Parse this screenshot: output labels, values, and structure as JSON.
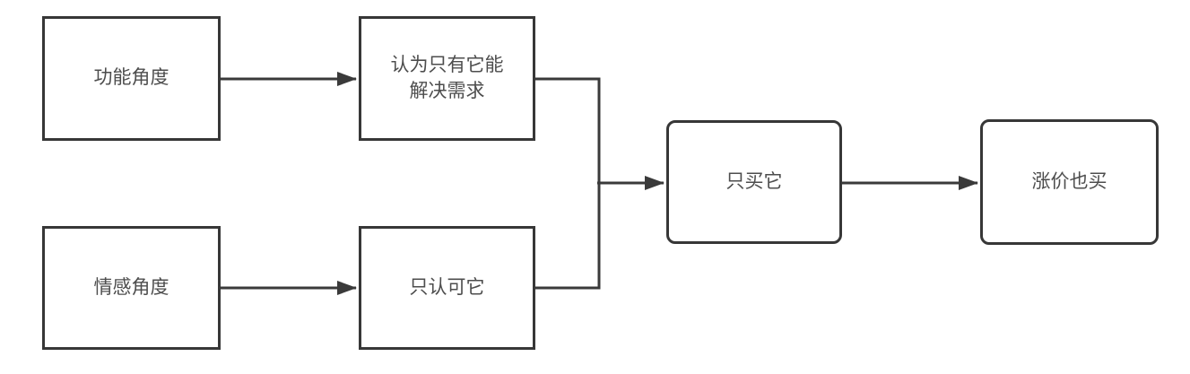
{
  "diagram": {
    "nodes": [
      {
        "id": "functional-angle",
        "label": "功能角度",
        "shape": "rectangle"
      },
      {
        "id": "belief-only-it-solves",
        "label": "认为只有它能解决需求",
        "lines": [
          "认为只有它能",
          "解决需求"
        ],
        "shape": "rectangle"
      },
      {
        "id": "emotional-angle",
        "label": "情感角度",
        "shape": "rectangle"
      },
      {
        "id": "only-recognize-it",
        "label": "只认可它",
        "shape": "rectangle"
      },
      {
        "id": "only-buy-it",
        "label": "只买它",
        "shape": "rounded-rectangle"
      },
      {
        "id": "buy-even-price-rise",
        "label": "涨价也买",
        "shape": "rounded-rectangle"
      }
    ],
    "edges": [
      {
        "from": "functional-angle",
        "to": "belief-only-it-solves",
        "arrow": true
      },
      {
        "from": "emotional-angle",
        "to": "only-recognize-it",
        "arrow": true
      },
      {
        "from": "belief-only-it-solves",
        "to": "only-buy-it",
        "arrow": true
      },
      {
        "from": "only-recognize-it",
        "to": "only-buy-it",
        "arrow": true
      },
      {
        "from": "only-buy-it",
        "to": "buy-even-price-rise",
        "arrow": true
      }
    ],
    "colors": {
      "stroke": "#3a3a3a",
      "text": "#4d4d4d",
      "background": "#ffffff"
    }
  }
}
